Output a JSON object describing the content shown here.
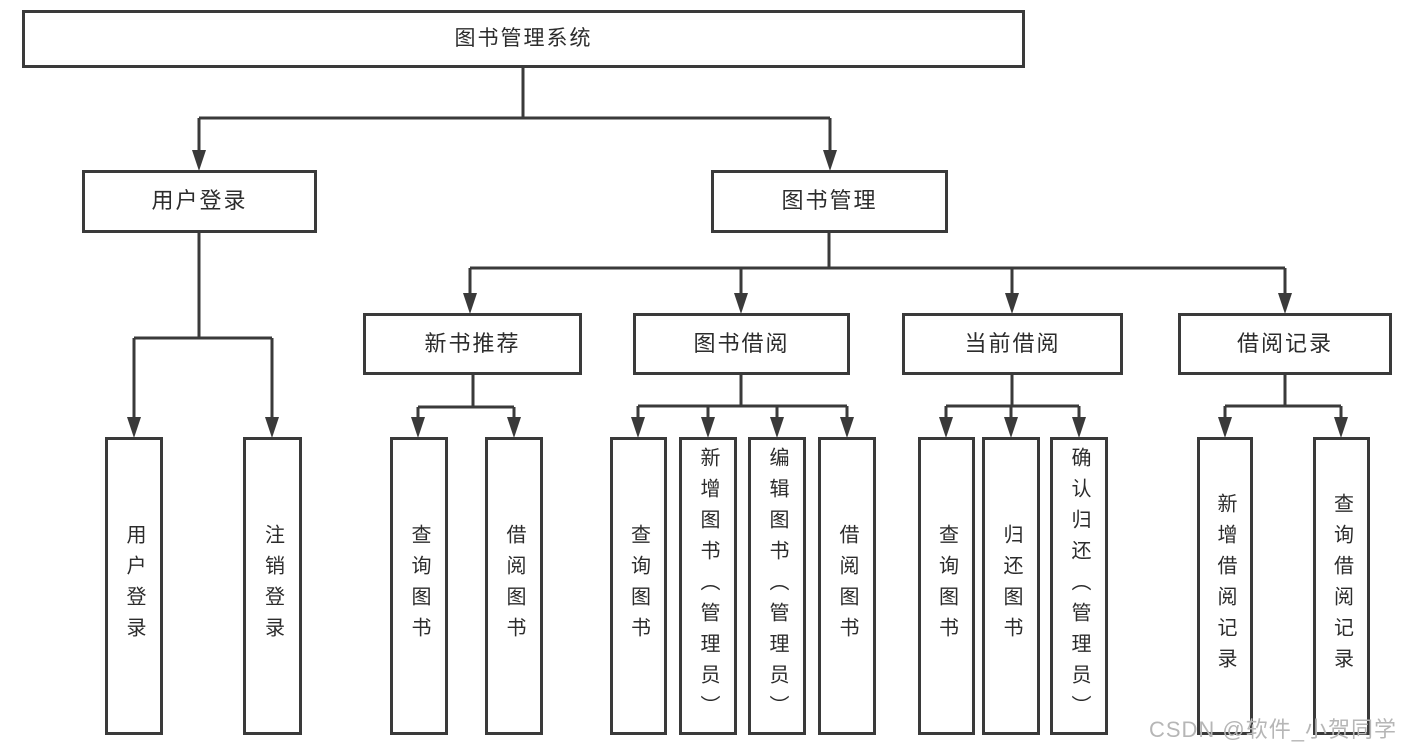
{
  "tree": {
    "root": {
      "label": "图书管理系统"
    },
    "level2": [
      {
        "label": "用户登录"
      },
      {
        "label": "图书管理"
      }
    ],
    "level3": [
      {
        "label": "新书推荐",
        "parent": "图书管理"
      },
      {
        "label": "图书借阅",
        "parent": "图书管理"
      },
      {
        "label": "当前借阅",
        "parent": "图书管理"
      },
      {
        "label": "借阅记录",
        "parent": "图书管理"
      }
    ],
    "leaves": [
      {
        "label": "用户登录",
        "parent": "用户登录"
      },
      {
        "label": "注销登录",
        "parent": "用户登录"
      },
      {
        "label": "查询图书",
        "parent": "新书推荐"
      },
      {
        "label": "借阅图书",
        "parent": "新书推荐"
      },
      {
        "label": "查询图书",
        "parent": "图书借阅"
      },
      {
        "label": "新增图书（管理员）",
        "parent": "图书借阅"
      },
      {
        "label": "编辑图书（管理员）",
        "parent": "图书借阅"
      },
      {
        "label": "借阅图书",
        "parent": "图书借阅"
      },
      {
        "label": "查询图书",
        "parent": "当前借阅"
      },
      {
        "label": "归还图书",
        "parent": "当前借阅"
      },
      {
        "label": "确认归还（管理员）",
        "parent": "当前借阅"
      },
      {
        "label": "新增借阅记录",
        "parent": "借阅记录"
      },
      {
        "label": "查询借阅记录",
        "parent": "借阅记录"
      }
    ]
  },
  "watermark": {
    "text": "CSDN @软件_小贺同学"
  },
  "colors": {
    "line": "#3a3a3a",
    "border": "#3a3a3a",
    "text": "#2c2c2c",
    "watermark": "#b6b6b6",
    "background": "#ffffff"
  }
}
